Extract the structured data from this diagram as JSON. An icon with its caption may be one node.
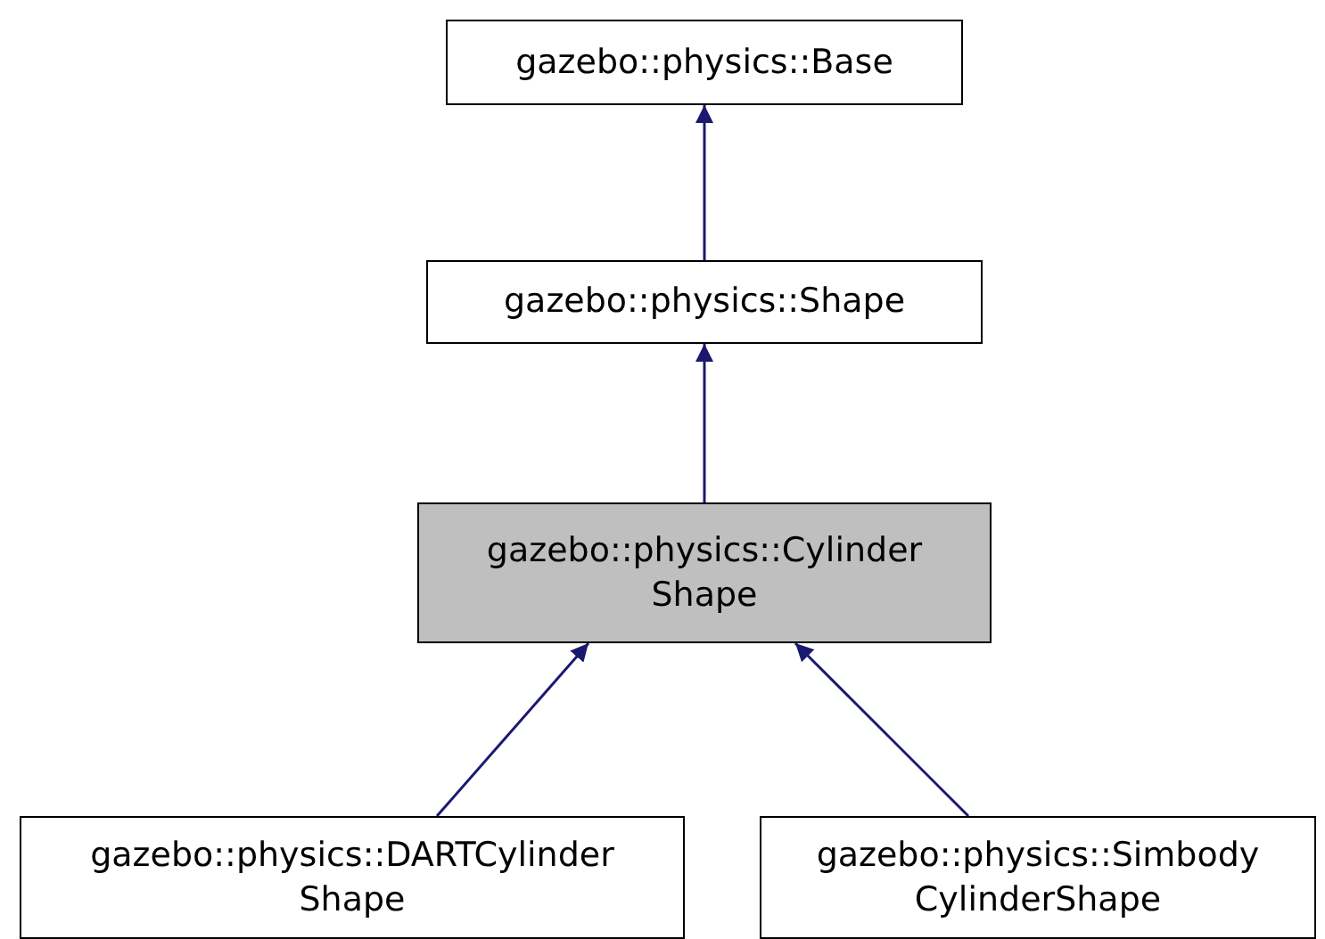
{
  "diagram": {
    "nodes": [
      {
        "text": [
          "gazebo::physics::Base"
        ]
      },
      {
        "text": [
          "gazebo::physics::Shape"
        ]
      },
      {
        "text": [
          "gazebo::physics::Cylinder Shape"
        ]
      },
      {
        "text": [
          "gazebo::physics::DARTCylinder Shape"
        ]
      },
      {
        "text": [
          "gazebo::physics::Simbody CylinderShape"
        ]
      }
    ],
    "edges": [
      {
        "from": 1,
        "to": 0,
        "arrow": "to"
      },
      {
        "from": 2,
        "to": 1,
        "arrow": "to"
      },
      {
        "from": 3,
        "to": 2,
        "arrow": "to"
      },
      {
        "from": 4,
        "to": 2,
        "arrow": "to"
      }
    ]
  }
}
